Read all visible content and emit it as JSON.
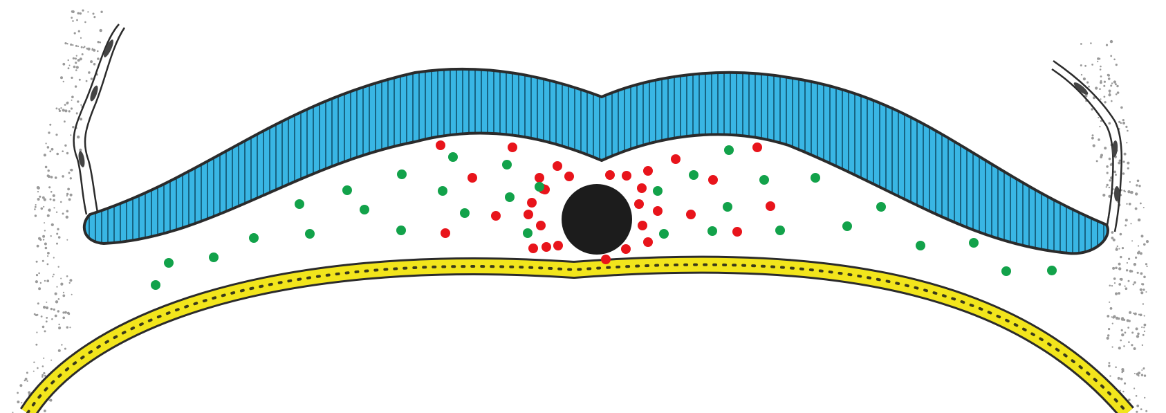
{
  "figure": {
    "colors": {
      "background": "#ffffff",
      "neural_plate_fill": "#39b6e4",
      "neural_plate_stripe": "#0f4f6b",
      "outline": "#2b2b2b",
      "notochord": "#1c1c1c",
      "endoderm_fill": "#f2e51c",
      "endoderm_dots": "#3a3a1a",
      "ectoderm_stipple": "#9a9a9a",
      "cell_type_a": "#e8141b",
      "cell_type_b": "#12a24a"
    },
    "structures": [
      "neural-plate",
      "notochord",
      "endoderm",
      "surface-ectoderm",
      "mesenchyme-red-cells",
      "mesenchyme-green-cells"
    ]
  }
}
